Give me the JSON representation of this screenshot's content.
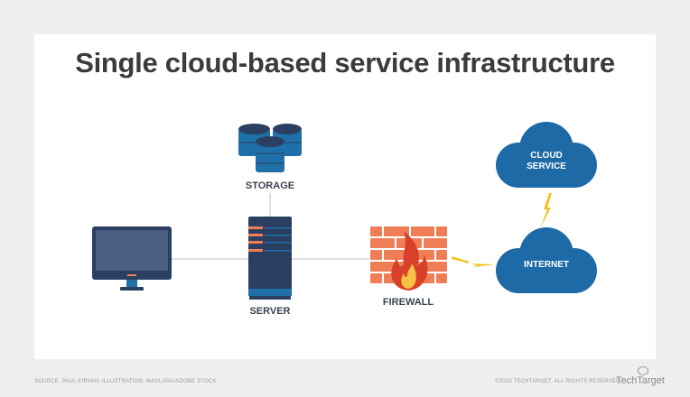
{
  "title": "Single cloud-based service infrastructure",
  "nodes": {
    "storage": "STORAGE",
    "server": "SERVER",
    "firewall": "FIREWALL",
    "cloud_service": "CLOUD SERVICE",
    "cloud_service_line1": "CLOUD",
    "cloud_service_line2": "SERVICE",
    "internet": "INTERNET"
  },
  "footer": {
    "source": "SOURCE: PAUL KIRVAN; ILLUSTRATION: MAGLARA/ADOBE STOCK",
    "copyright": "©2020 TECHTARGET. ALL RIGHTS RESERVED",
    "logo": "TechTarget"
  },
  "colors": {
    "navy": "#2b3f63",
    "blue": "#1f6fa8",
    "orange": "#ef7d55",
    "cloud": "#1e6aa6",
    "bolt": "#f4c21c"
  }
}
